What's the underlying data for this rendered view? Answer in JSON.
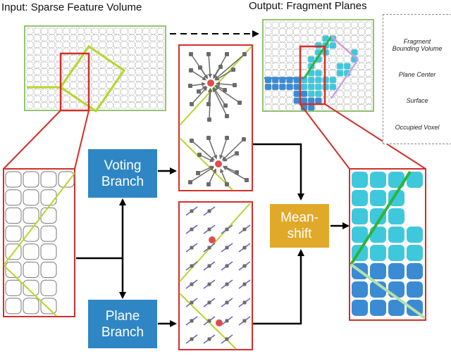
{
  "title_input": "Input: Sparse Feature Volume",
  "title_output": "Output: Fragment Planes",
  "boxes": {
    "voting": [
      "Voting",
      "Branch"
    ],
    "plane": [
      "Plane",
      "Branch"
    ],
    "meanshift": [
      "Mean-",
      "shift"
    ]
  },
  "legend": {
    "bbox_line1": "Fragment",
    "bbox_line2": "Bounding Volume",
    "plane_center": "Plane Center",
    "surface": "Surface",
    "occupied": "Occupied Voxel"
  },
  "colors": {
    "box_blue": "#2f86c4",
    "box_gold": "#e0a929",
    "frame_red": "#d22f2a",
    "surface_green": "#b6d62b",
    "bbox_green": "#93c56e",
    "center_red": "#e04b4b",
    "cyan": "#3fc8dc",
    "blue": "#3a8bd3",
    "dark_green": "#2bb53a",
    "vector_purple": "#6f62c9",
    "voxel_gray": "#6b6b6b"
  }
}
